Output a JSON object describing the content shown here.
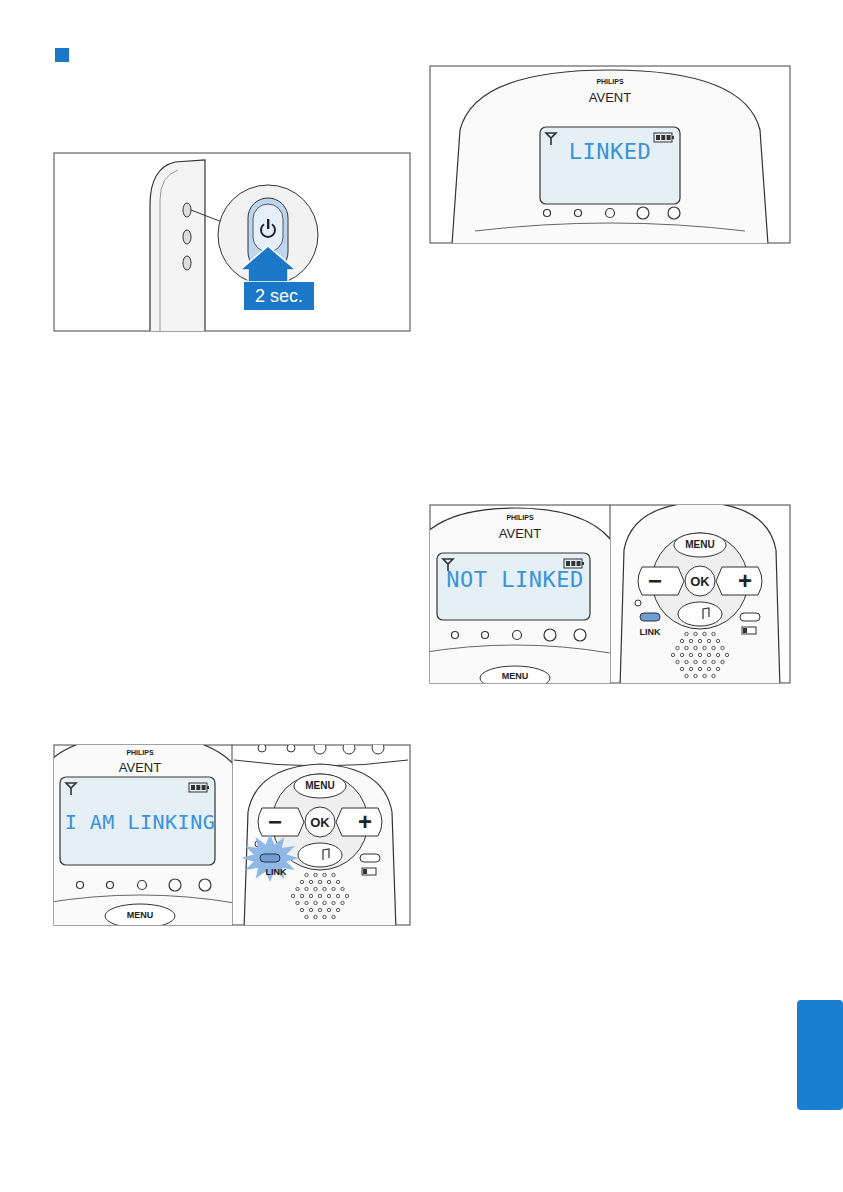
{
  "diagram": {
    "labels": [
      "2 sec.",
      "PHILIPS",
      "AVENT",
      "LINKED",
      "PHILIPS",
      "AVENT",
      "NOT LINKED",
      "MENU",
      "MENU",
      "OK",
      "−",
      "+",
      "LINK",
      "PHILIPS",
      "AVENT",
      "I AM LINKING",
      "MENU",
      "MENU",
      "OK",
      "−",
      "+",
      "LINK"
    ]
  }
}
